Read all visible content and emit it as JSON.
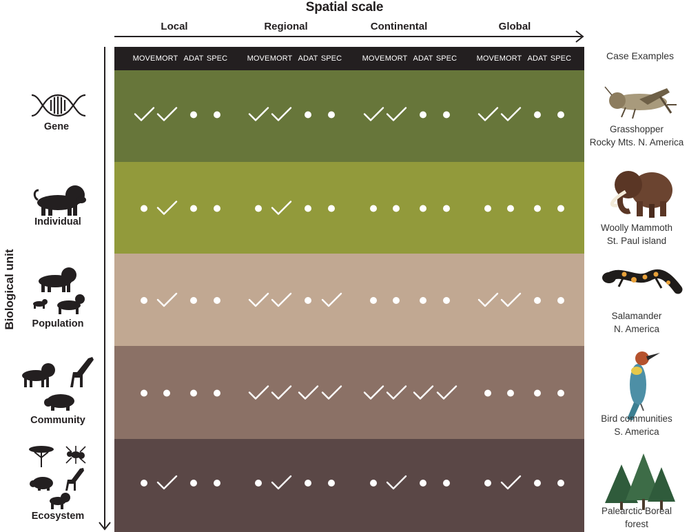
{
  "title": "Spatial scale",
  "y_axis_label": "Biological unit",
  "scales": [
    "Local",
    "Regional",
    "Continental",
    "Global"
  ],
  "process_codes": [
    "MOVE",
    "MORT",
    "ADAT",
    "SPEC"
  ],
  "case_examples_header": "Case Examples",
  "symbols": {
    "check": "checkmark",
    "dot": "dot"
  },
  "rows": [
    {
      "unit": "Gene",
      "icon": "dna-icon",
      "color": "#67763a",
      "cells": [
        [
          "check",
          "check",
          "dot",
          "dot"
        ],
        [
          "check",
          "check",
          "dot",
          "dot"
        ],
        [
          "check",
          "check",
          "dot",
          "dot"
        ],
        [
          "check",
          "check",
          "dot",
          "dot"
        ]
      ],
      "case_line1": "Grasshopper",
      "case_line2": "Rocky Mts. N. America",
      "case_icon": "grasshopper-icon"
    },
    {
      "unit": "Individual",
      "icon": "lion-icon",
      "color": "#929a3b",
      "cells": [
        [
          "dot",
          "check",
          "dot",
          "dot"
        ],
        [
          "dot",
          "check",
          "dot",
          "dot"
        ],
        [
          "dot",
          "dot",
          "dot",
          "dot"
        ],
        [
          "dot",
          "dot",
          "dot",
          "dot"
        ]
      ],
      "case_line1": "Woolly Mammoth",
      "case_line2": "St. Paul island",
      "case_icon": "mammoth-icon"
    },
    {
      "unit": "Population",
      "icon": "lions-family-icon",
      "color": "#c1a892",
      "cells": [
        [
          "dot",
          "check",
          "dot",
          "dot"
        ],
        [
          "check",
          "check",
          "dot",
          "check"
        ],
        [
          "dot",
          "dot",
          "dot",
          "dot"
        ],
        [
          "check",
          "check",
          "dot",
          "dot"
        ]
      ],
      "case_line1": "Salamander",
      "case_line2": "N. America",
      "case_icon": "salamander-icon"
    },
    {
      "unit": "Community",
      "icon": "animals-community-icon",
      "color": "#8b7166",
      "cells": [
        [
          "dot",
          "dot",
          "dot",
          "dot"
        ],
        [
          "check",
          "check",
          "check",
          "check"
        ],
        [
          "check",
          "check",
          "check",
          "check"
        ],
        [
          "dot",
          "dot",
          "dot",
          "dot"
        ]
      ],
      "case_line1": "Bird communities",
      "case_line2": "S. America",
      "case_icon": "bird-icon"
    },
    {
      "unit": "Ecosystem",
      "icon": "ecosystem-icon",
      "color": "#5a4746",
      "cells": [
        [
          "dot",
          "check",
          "dot",
          "dot"
        ],
        [
          "dot",
          "check",
          "dot",
          "dot"
        ],
        [
          "dot",
          "check",
          "dot",
          "dot"
        ],
        [
          "dot",
          "check",
          "dot",
          "dot"
        ]
      ],
      "case_line1": "Palearctic Boreal",
      "case_line2": "forest",
      "case_icon": "forest-icon"
    }
  ]
}
